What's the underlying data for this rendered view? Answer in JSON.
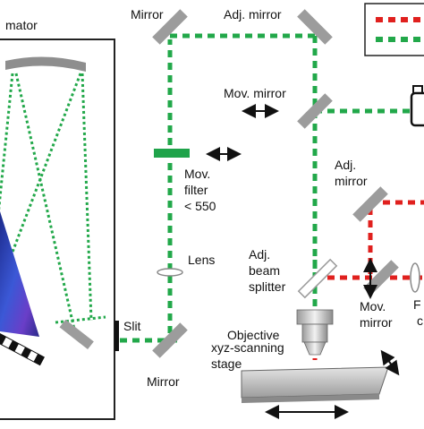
{
  "labels": {
    "monochromator": "mator",
    "mirror_top": "Mirror",
    "adj_mirror_top": "Adj. mirror",
    "mov_mirror_top": "Mov. mirror",
    "mov_filter_1": "Mov.",
    "mov_filter_2": "filter",
    "mov_filter_3": "< 550",
    "adj_mirror_right_1": "Adj.",
    "adj_mirror_right_2": "mirror",
    "lens": "Lens",
    "adj_beam_1": "Adj.",
    "adj_beam_2": "beam",
    "adj_beam_3": "splitter",
    "slit": "Slit",
    "objective": "Objective",
    "mov_mirror_bottom_1": "Mov.",
    "mov_mirror_bottom_2": "mirror",
    "right_cut_1": "F",
    "right_cut_2": "c",
    "xyz_1": "xyz-scanning",
    "xyz_2": "stage",
    "mirror_bottom": "Mirror"
  },
  "colors": {
    "green_beam": "#22a84a",
    "red_beam": "#e0201e",
    "mirror_gray": "#9c9c9c",
    "filter_green": "#1fa34a",
    "stage_gray": "#b8b8b8"
  }
}
